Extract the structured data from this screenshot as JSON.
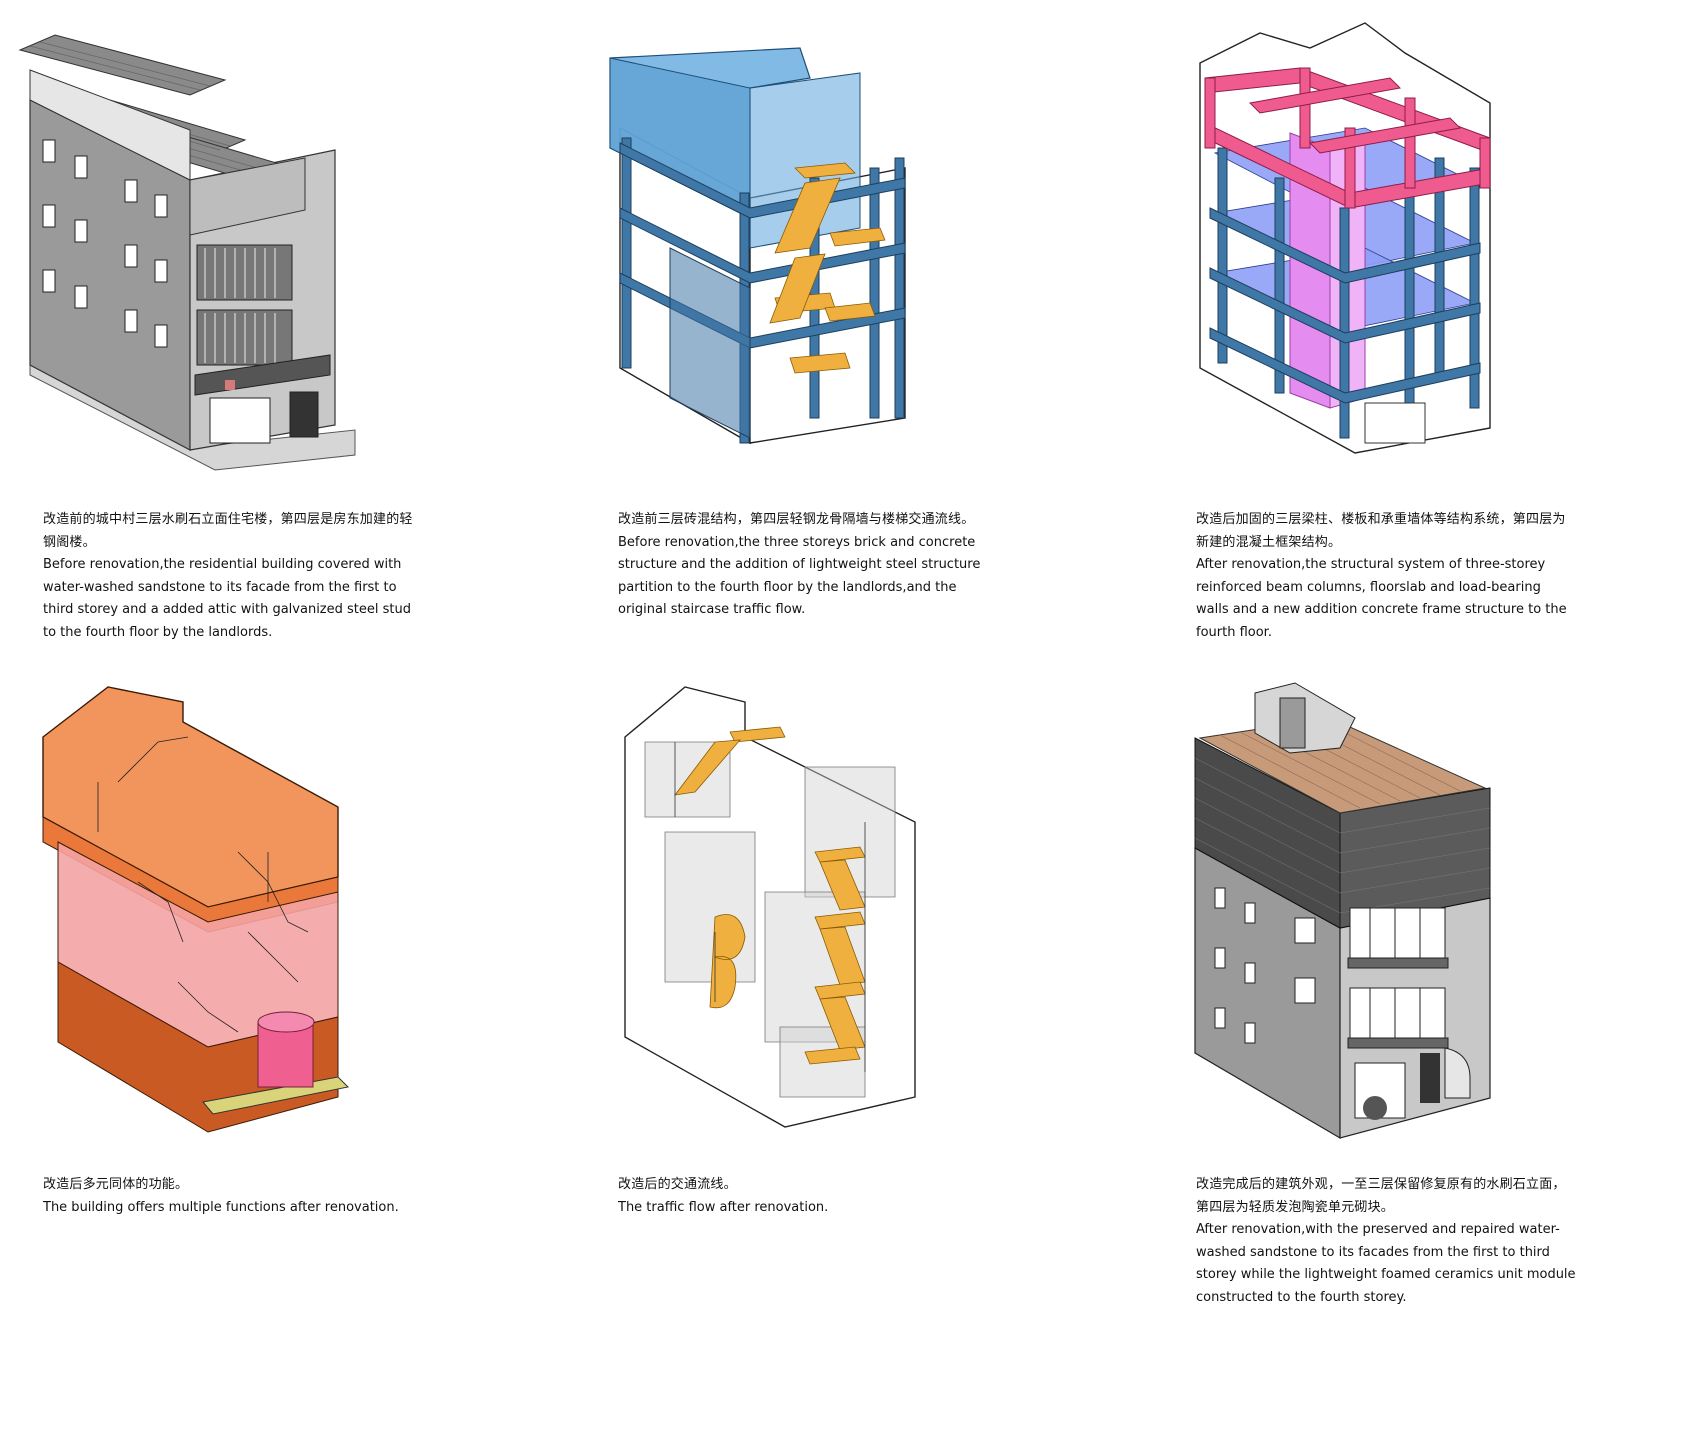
{
  "panels": [
    {
      "zh": "改造前的城中村三层水刷石立面住宅楼，第四层是房东加建的轻钢阁楼。",
      "en": "Before renovation,the residential building covered with water-washed sandstone to its facade from the first to third storey and a added attic with galvanized steel stud to the fourth floor by the landlords."
    },
    {
      "zh": "改造前三层砖混结构，第四层轻钢龙骨隔墙与楼梯交通流线。",
      "en": "Before renovation,the three storeys brick and concrete structure and the addition of lightweight steel structure partition to the fourth floor by the landlords,and the original staircase traffic flow."
    },
    {
      "zh": "改造后加固的三层梁柱、楼板和承重墙体等结构系统，第四层为新建的混凝土框架结构。",
      "en": "After renovation,the structural system of three-storey reinforced beam columns, floorslab and load-bearing walls and a new addition concrete frame structure to the fourth floor."
    },
    {
      "zh": "改造后多元同体的功能。",
      "en": "The building offers multiple functions after renovation."
    },
    {
      "zh": "改造后的交通流线。",
      "en": "The traffic flow after renovation."
    },
    {
      "zh": "改造完成后的建筑外观，一至三层保留修复原有的水刷石立面，第四层为轻质发泡陶瓷单元砌块。",
      "en": "After renovation,with the preserved and repaired water-washed sandstone to its facades from the first to third storey while the lightweight foamed ceramics unit module constructed to the fourth storey."
    }
  ],
  "colors": {
    "facade_gray": "#9a9a9a",
    "structure_blue": "#3f77a6",
    "steel_fill_blue": "#6aaee0",
    "stair_yellow": "#f0b040",
    "beam_pink": "#ef5a8f",
    "core_magenta": "#e58cf0",
    "slab_blue": "#8f9ff7",
    "function_orange": "#f08a4a",
    "function_pink": "#f4a3a3",
    "function_brown": "#c95a23"
  }
}
